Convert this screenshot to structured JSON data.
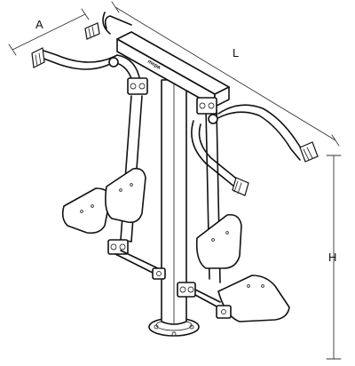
{
  "dimensions": {
    "length_label": "A",
    "width_label": "L",
    "height_label": "H"
  },
  "branding": {
    "logo_text": "mepa"
  },
  "colors": {
    "ink": "#111111",
    "background": "#ffffff"
  }
}
